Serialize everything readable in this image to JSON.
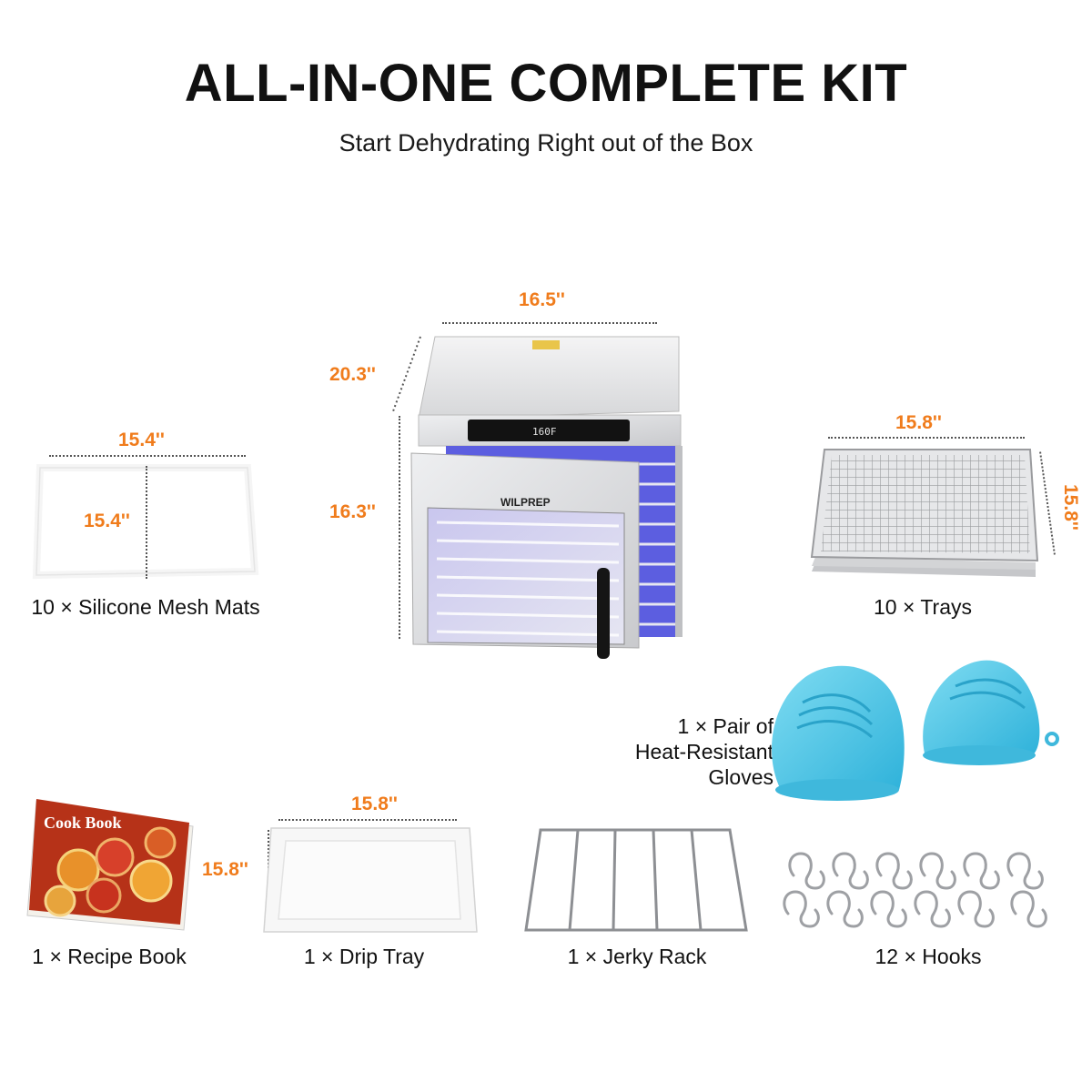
{
  "header": {
    "title": "ALL-IN-ONE COMPLETE KIT",
    "subtitle": "Start Dehydrating Right out of the Box"
  },
  "dehydrator": {
    "brand": "WILPREP",
    "display_readout": "160F",
    "width": "16.5''",
    "depth": "20.3''",
    "height": "16.3''"
  },
  "items": {
    "mesh_mats": {
      "caption": "10 × Silicone Mesh Mats",
      "width": "15.4''",
      "height": "15.4''"
    },
    "trays": {
      "caption": "10 × Trays",
      "width": "15.8''",
      "height": "15.8''"
    },
    "gloves": {
      "caption_line1": "1 × Pair of",
      "caption_line2": "Heat-Resistant",
      "caption_line3": "Gloves"
    },
    "recipe_book": {
      "caption": "1 × Recipe Book",
      "cover_title": "Cook Book"
    },
    "drip_tray": {
      "caption": "1 × Drip Tray",
      "width": "15.8''",
      "height": "15.8''"
    },
    "jerky_rack": {
      "caption": "1 × Jerky Rack"
    },
    "hooks": {
      "caption": "12 × Hooks"
    }
  },
  "colors": {
    "dimension_accent": "#f07c1c",
    "glove_blue": "#4cc6e6",
    "steel": "#d9dadc"
  }
}
